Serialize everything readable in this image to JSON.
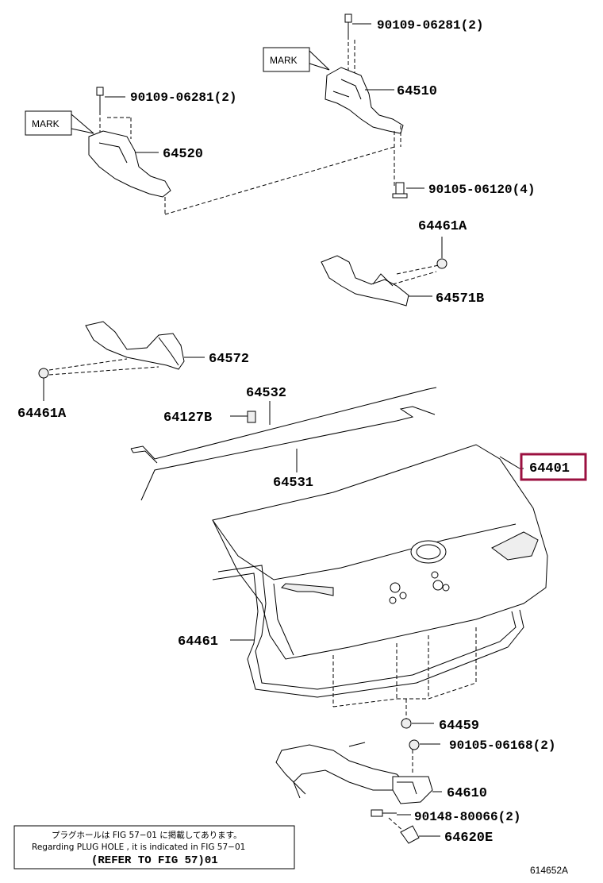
{
  "mark_label": "MARK",
  "parts": {
    "bolt_hinge_r": "90109-06281(2)",
    "hinge_r": "64510",
    "bolt_hinge_l": "90109-06281(2)",
    "hinge_l": "64520",
    "bolt_4": "90105-06120(4)",
    "clip_a_right": "64461A",
    "hinge_cover_b": "64571B",
    "hinge_cover": "64572",
    "clip_a_left": "64461A",
    "torsion_rod": "64532",
    "rod_clamp": "64127B",
    "torsion_rod_2": "64531",
    "luggage_lid": "64401",
    "weatherstrip": "64461",
    "cushion": "64459",
    "bolt_2_a": "90105-06168(2)",
    "lock_assy": "64610",
    "bolt_2_b": "90148-80066(2)",
    "striker": "64620E"
  },
  "note": {
    "japanese": "プラグホールは FIG 57−01 に掲載してあります。",
    "english": "Regarding PLUG HOLE , it is indicated in FIG 57−01",
    "refer": "(REFER TO FIG 57)01"
  },
  "figure_number": "614652A",
  "colors": {
    "highlight": "#9b1040",
    "line": "#000000"
  }
}
